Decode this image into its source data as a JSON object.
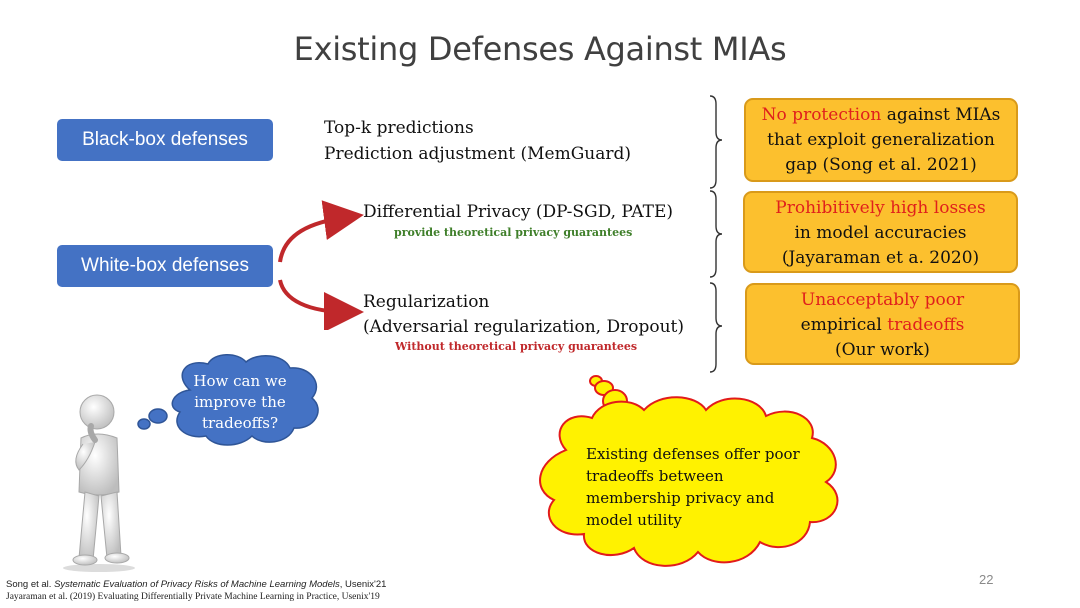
{
  "slide": {
    "title": "Existing Defenses Against MIAs",
    "page_number": "22"
  },
  "defenses": {
    "black_box_label": "Black-box defenses",
    "white_box_label": "White-box defenses",
    "black_box_items": [
      "Top-k predictions",
      "Prediction adjustment (MemGuard)"
    ],
    "dp_title": "Differential Privacy (DP-SGD, PATE)",
    "dp_note": "provide theoretical privacy guarantees",
    "reg_title_1": "Regularization",
    "reg_title_2": "(Adversarial regularization, Dropout)",
    "reg_note": "Without theoretical privacy guarantees"
  },
  "boxes": {
    "box1": {
      "line1_red": "No protection",
      "line1_rest": " against MIAs",
      "line2": "that exploit generalization",
      "line3": "gap (Song et al. 2021)"
    },
    "box2": {
      "line1_red": "Prohibitively high losses",
      "line2": "in model accuracies",
      "line3": "(Jayaraman et a. 2020)"
    },
    "box3": {
      "line1_red": "Unacceptably poor",
      "line2_a": "empirical ",
      "line2_red": "tradeoffs",
      "line3": "(Our work)"
    }
  },
  "thought_bubble": {
    "lines": [
      "How can we",
      "improve the",
      "tradeoffs?"
    ]
  },
  "yellow_cloud": {
    "lines": [
      "Existing defenses offer poor",
      "tradeoffs between",
      "membership privacy and",
      "model utility"
    ]
  },
  "references": {
    "ref1_authors": "Song et al. ",
    "ref1_title": "Systematic Evaluation of Privacy Risks of Machine Learning Models",
    "ref1_venue": ", Usenix'21",
    "ref2": "Jayaraman et al. (2019)  Evaluating Differentially Private Machine Learning in Practice, Usenix'19"
  },
  "colors": {
    "accent_blue": "#4472c4",
    "box_orange": "#fcc02e",
    "highlight_red": "#e0201c",
    "arrow_red": "#c0282b",
    "cloud_yellow": "#fff200"
  }
}
